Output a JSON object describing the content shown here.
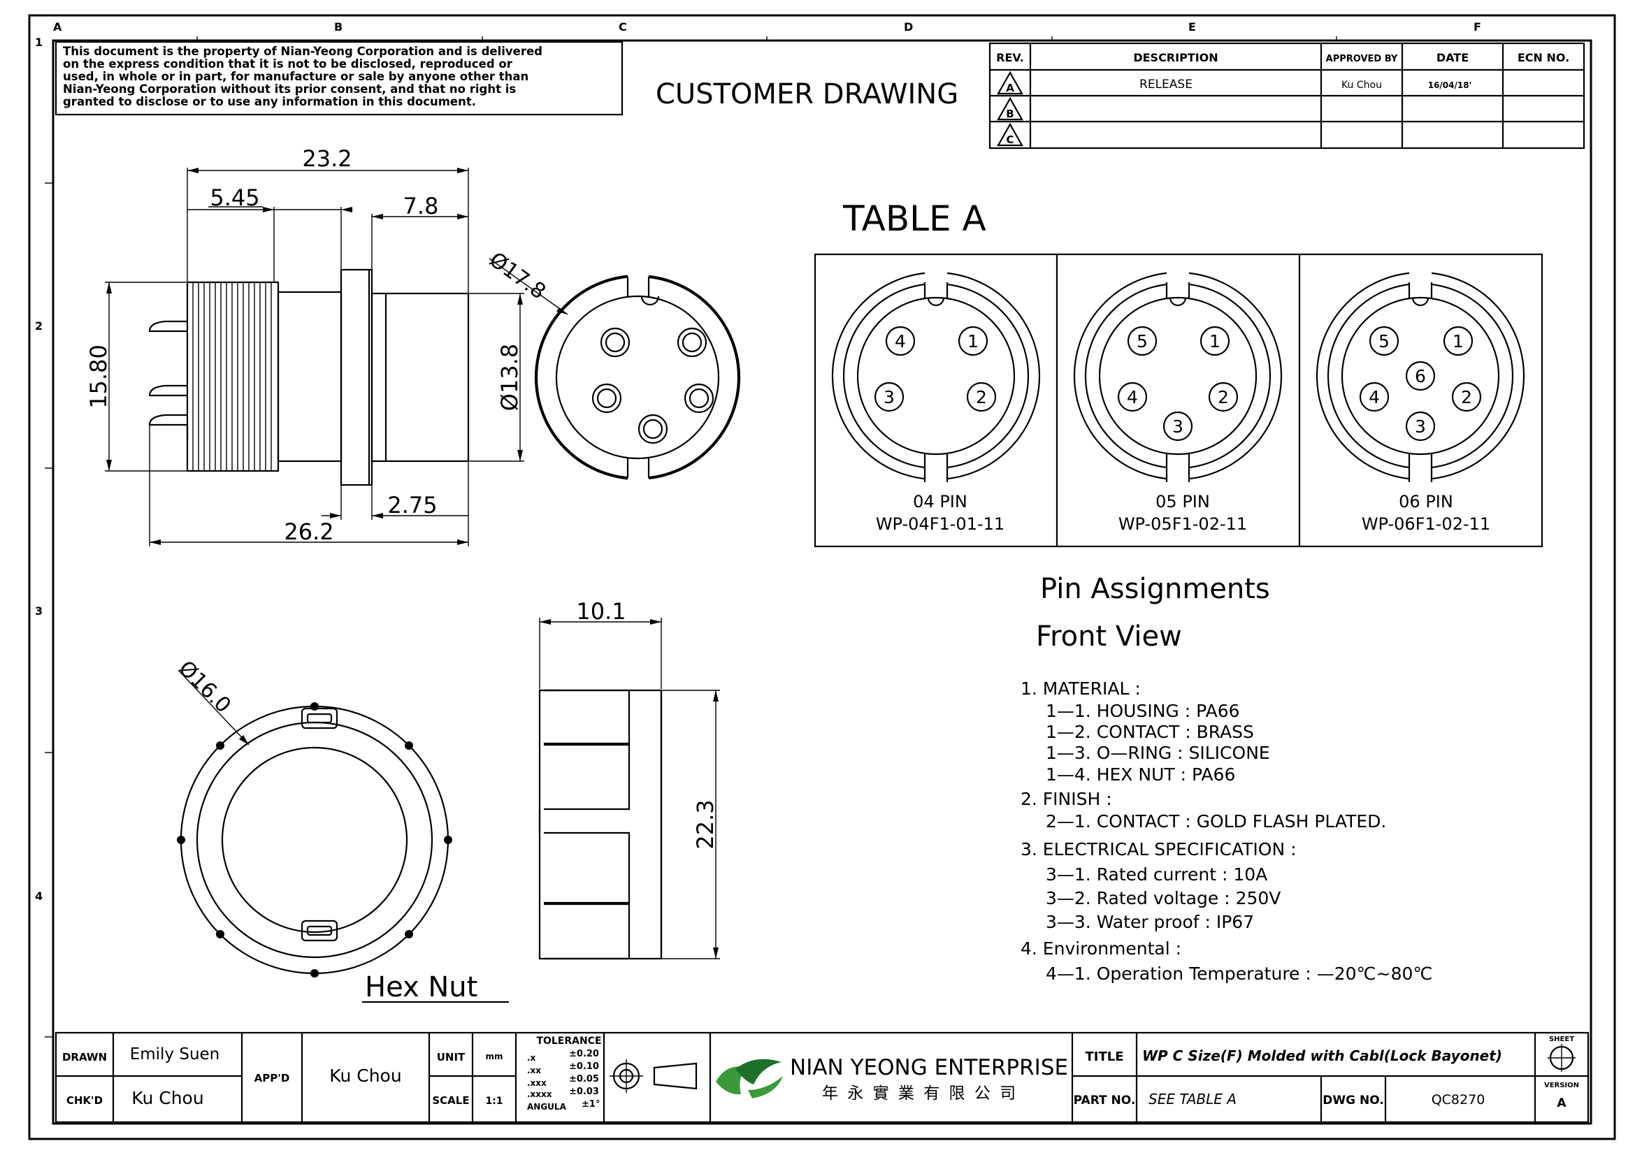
{
  "zone_letters": [
    "A",
    "B",
    "C",
    "D",
    "E",
    "F"
  ],
  "zone_numbers": [
    "1",
    "2",
    "3",
    "4"
  ],
  "notice_lines": [
    "This document is the property of Nian-Yeong Corporation and is delivered",
    "on  the  express condition that it is not to be disclosed, reproduced or",
    "used, in whole or in part, for manufacture or sale by anyone other than",
    "Nian-Yeong Corporation without  its prior consent, and that  no right  is",
    "granted to disclose or to use any information in this  document."
  ],
  "drawing_title": "CUSTOMER  DRAWING",
  "revision_table": {
    "headers": [
      "REV.",
      "DESCRIPTION",
      "APPROVED BY",
      "DATE",
      "ECN NO."
    ],
    "rows": [
      {
        "rev": "A",
        "description": "RELEASE",
        "approved": "Ku Chou",
        "date": "16/04/18'",
        "ecn": ""
      },
      {
        "rev": "B",
        "description": "",
        "approved": "",
        "date": "",
        "ecn": ""
      },
      {
        "rev": "C",
        "description": "",
        "approved": "",
        "date": "",
        "ecn": ""
      }
    ]
  },
  "dimensions": {
    "overall_top": "23.2",
    "thread": "5.45",
    "front": "7.8",
    "height": "15.80",
    "flange_dia": "Ø17.8",
    "body_dia": "Ø13.8",
    "flange_thk": "2.75",
    "overall_bottom": "26.2",
    "nut_width": "10.1",
    "nut_dia": "Ø16.0",
    "nut_height": "22.3"
  },
  "table_a": {
    "title": "TABLE  A",
    "cells": [
      {
        "pins": [
          "4",
          "1",
          "3",
          "2"
        ],
        "label": "04  PIN",
        "part": "WP-04F1-01-11"
      },
      {
        "pins": [
          "5",
          "1",
          "4",
          "2",
          "3"
        ],
        "label": "05  PIN",
        "part": "WP-05F1-02-11"
      },
      {
        "pins": [
          "5",
          "1",
          "6",
          "4",
          "2",
          "3"
        ],
        "label": "06  PIN",
        "part": "WP-06F1-02-11"
      }
    ]
  },
  "pin_assign_title": "Pin  Assignments",
  "front_view_title": "Front  View",
  "hex_nut_label": "Hex  Nut",
  "notes": [
    {
      "text": "1.  MATERIAL  :",
      "indent": false
    },
    {
      "text": "1—1.  HOUSING  :  PA66",
      "indent": true
    },
    {
      "text": "1—2.  CONTACT  :  BRASS",
      "indent": true
    },
    {
      "text": "1—3.  O—RING  :  SILICONE",
      "indent": true
    },
    {
      "text": "1—4.  HEX  NUT  :  PA66",
      "indent": true
    },
    {
      "text": "2.  FINISH  :",
      "indent": false
    },
    {
      "text": "2—1.  CONTACT  :  GOLD  FLASH  PLATED.",
      "indent": true
    },
    {
      "text": "3.  ELECTRICAL  SPECIFICATION  :",
      "indent": false
    },
    {
      "text": "3—1.  Rated  current  :  10A",
      "indent": true
    },
    {
      "text": "3—2.  Rated  voltage  :  250V",
      "indent": true
    },
    {
      "text": "3—3.  Water  proof  :  IP67",
      "indent": true
    },
    {
      "text": "4.  Environmental  :",
      "indent": false
    },
    {
      "text": "4—1.  Operation  Temperature  :  —20℃~80℃",
      "indent": true
    }
  ],
  "title_block": {
    "drawn_label": "DRAWN",
    "drawn": "Emily Suen",
    "chkd_label": "CHK'D",
    "chkd": "Ku Chou",
    "appd_label": "APP'D",
    "appd": "Ku Chou",
    "unit_label": "UNIT",
    "unit": "mm",
    "scale_label": "SCALE",
    "scale": "1:1",
    "tolerance_title": "TOLERANCE",
    "tolerances": [
      {
        "k": ".x",
        "v": "±0.20"
      },
      {
        "k": ".xx",
        "v": "±0.10"
      },
      {
        "k": ".xxx",
        "v": "±0.05"
      },
      {
        "k": ".xxxx",
        "v": "±0.03"
      },
      {
        "k": "ANGULA",
        "v": "±1°"
      }
    ],
    "company": "NIAN YEONG ENTERPRISE",
    "company_cn": "年 永 實 業 有 限 公 司",
    "title_label": "TITLE",
    "title": "WP  C  Size(F)  Molded  with  Cabl(Lock  Bayonet)",
    "part_label": "PART  NO.",
    "part": "SEE  TABLE  A",
    "dwg_label": "DWG  NO.",
    "dwg": "QC8270",
    "sheet_label": "SHEET",
    "version_label": "VERSION",
    "version": "A"
  },
  "colors": {
    "ink": "#000000",
    "paper": "#ffffff",
    "logo_green": "#3a9a3a",
    "logo_dark": "#1f6f2a"
  }
}
